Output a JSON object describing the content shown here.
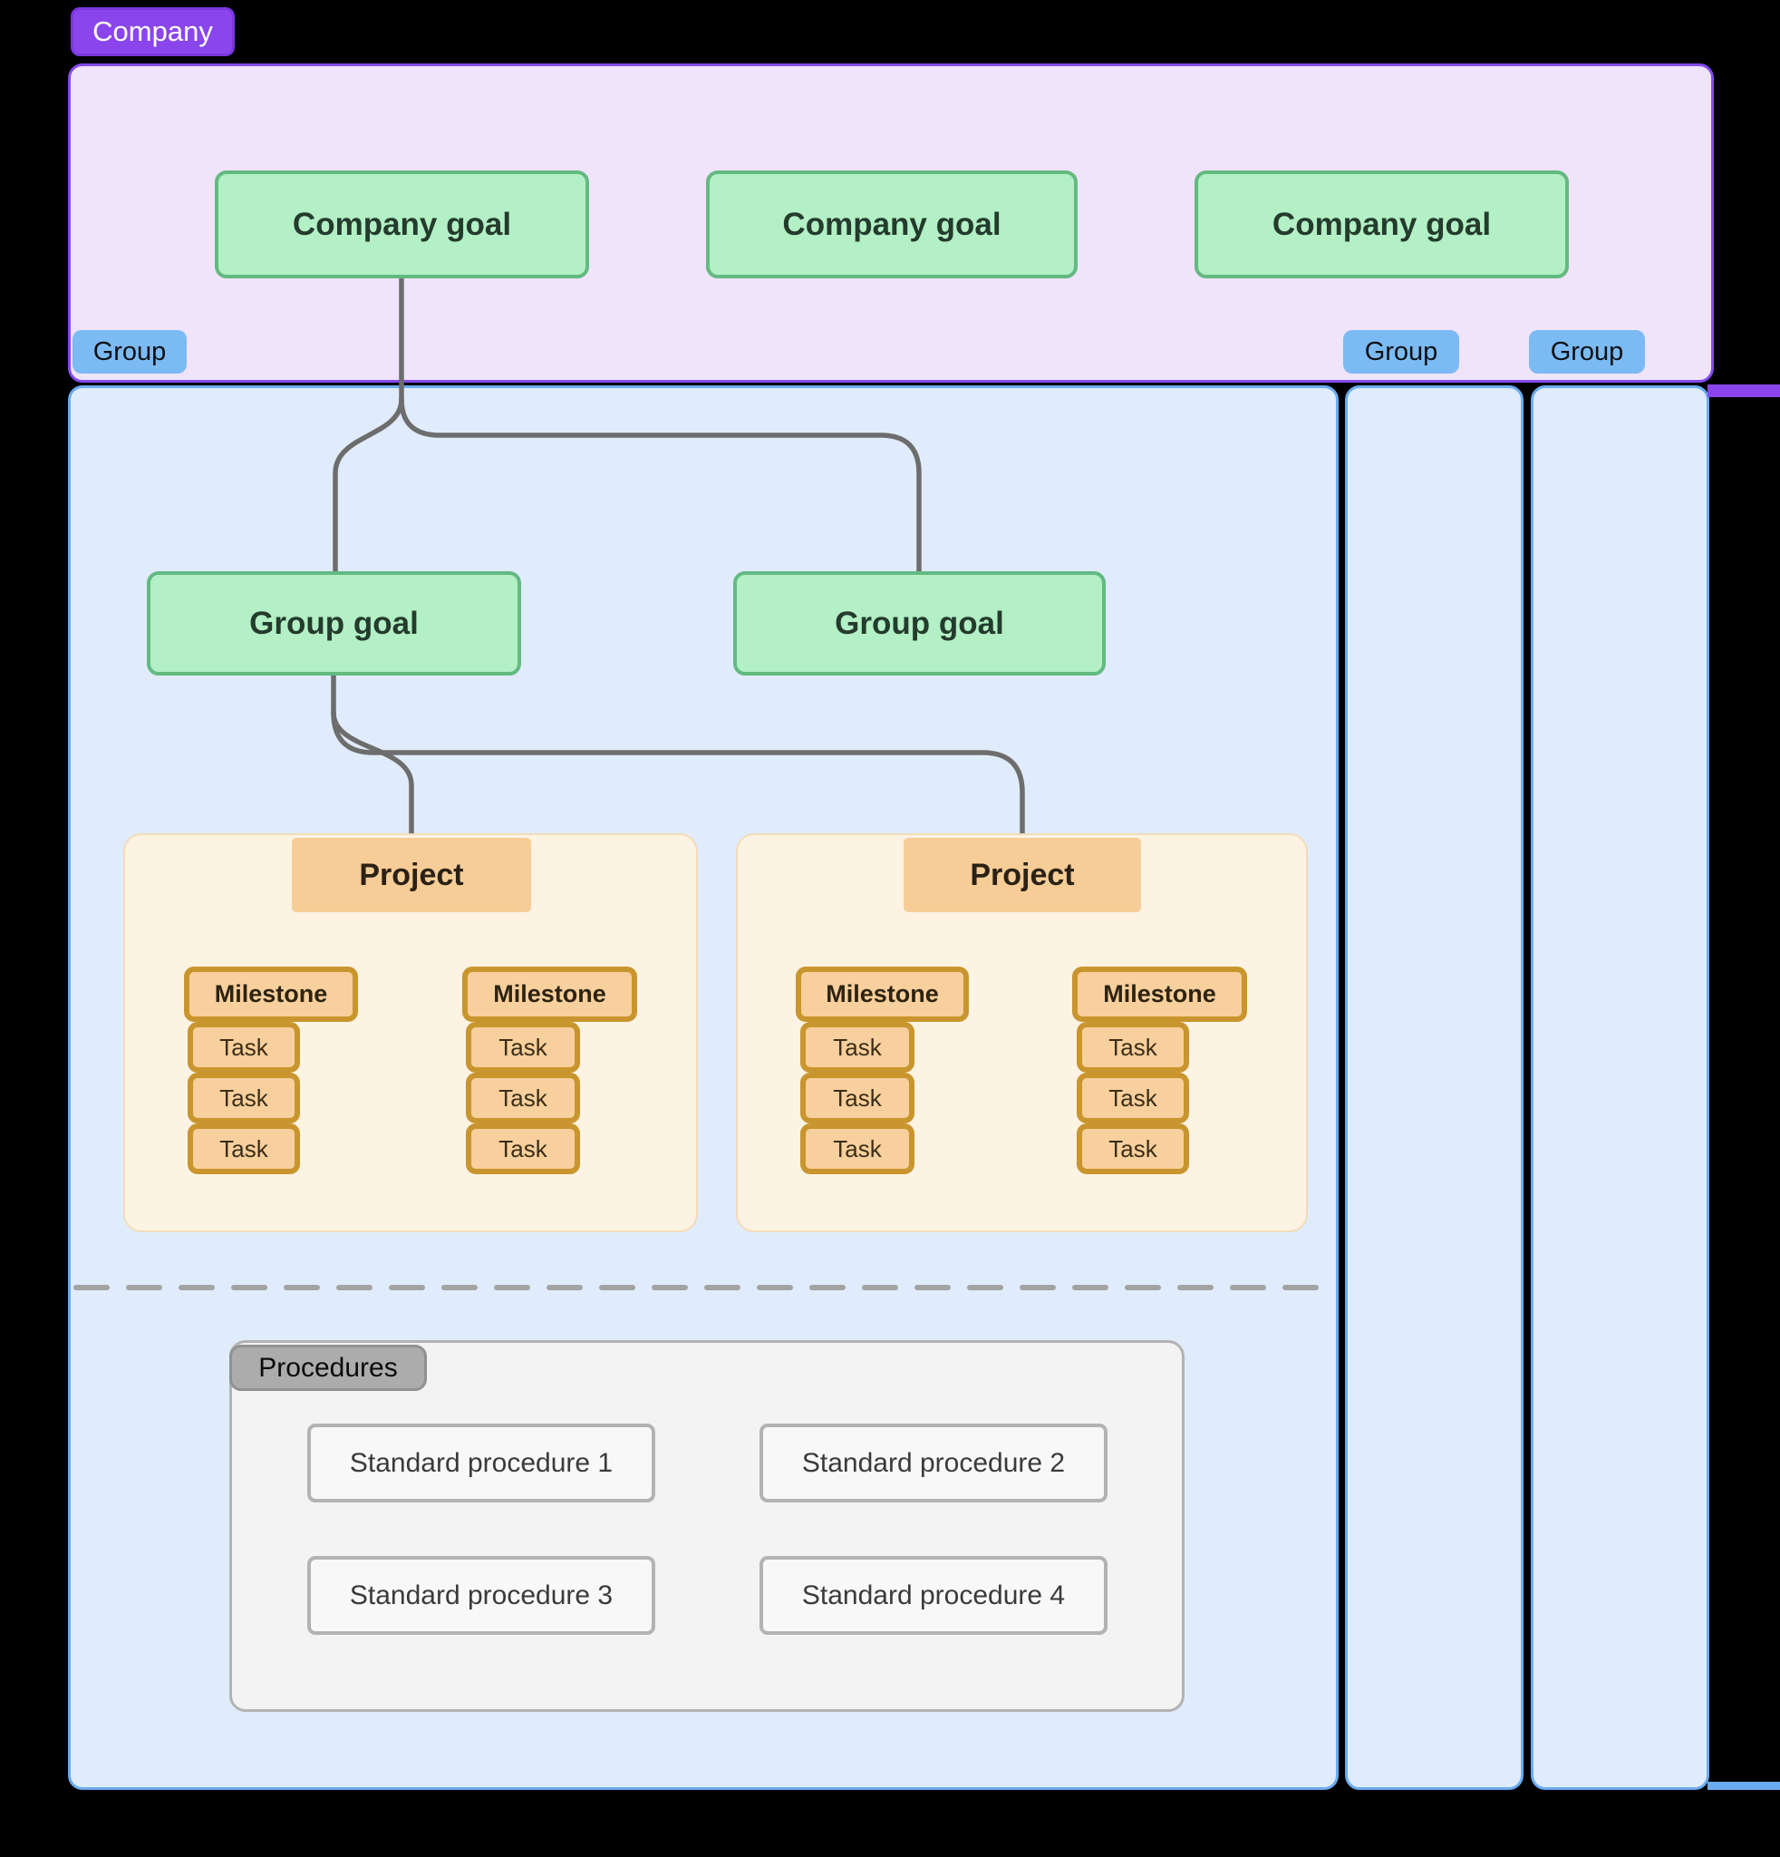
{
  "company": {
    "badge": "Company",
    "goals": [
      "Company goal",
      "Company goal",
      "Company goal"
    ]
  },
  "groups": [
    {
      "badge": "Group",
      "goals": [
        "Group goal",
        "Group goal"
      ],
      "projects": [
        {
          "label": "Project",
          "milestones": [
            {
              "label": "Milestone",
              "tasks": [
                "Task",
                "Task",
                "Task"
              ]
            },
            {
              "label": "Milestone",
              "tasks": [
                "Task",
                "Task",
                "Task"
              ]
            }
          ]
        },
        {
          "label": "Project",
          "milestones": [
            {
              "label": "Milestone",
              "tasks": [
                "Task",
                "Task",
                "Task"
              ]
            },
            {
              "label": "Milestone",
              "tasks": [
                "Task",
                "Task",
                "Task"
              ]
            }
          ]
        }
      ],
      "procedures": {
        "badge": "Procedures",
        "items": [
          "Standard procedure 1",
          "Standard procedure 2",
          "Standard procedure 3",
          "Standard procedure 4"
        ]
      }
    },
    {
      "badge": "Group"
    },
    {
      "badge": "Group"
    }
  ],
  "colors": {
    "background": "#000000",
    "company_accent": "#8a46ec",
    "company_fill": "#efe4fa",
    "group_accent": "#6bacf0",
    "group_fill": "#e0ecfb",
    "group_badge_fill": "#7cbaf3",
    "goal_fill": "#b3f0c5",
    "goal_border": "#63ba81",
    "project_fill": "#fdf3e3",
    "project_label_fill": "#f6cd97",
    "milestone_fill": "#f8d09d",
    "milestone_border": "#c9952e",
    "procedures_fill": "#f3f3f4",
    "procedures_border": "#b3b3b3",
    "connector": "#6d6d6d"
  }
}
